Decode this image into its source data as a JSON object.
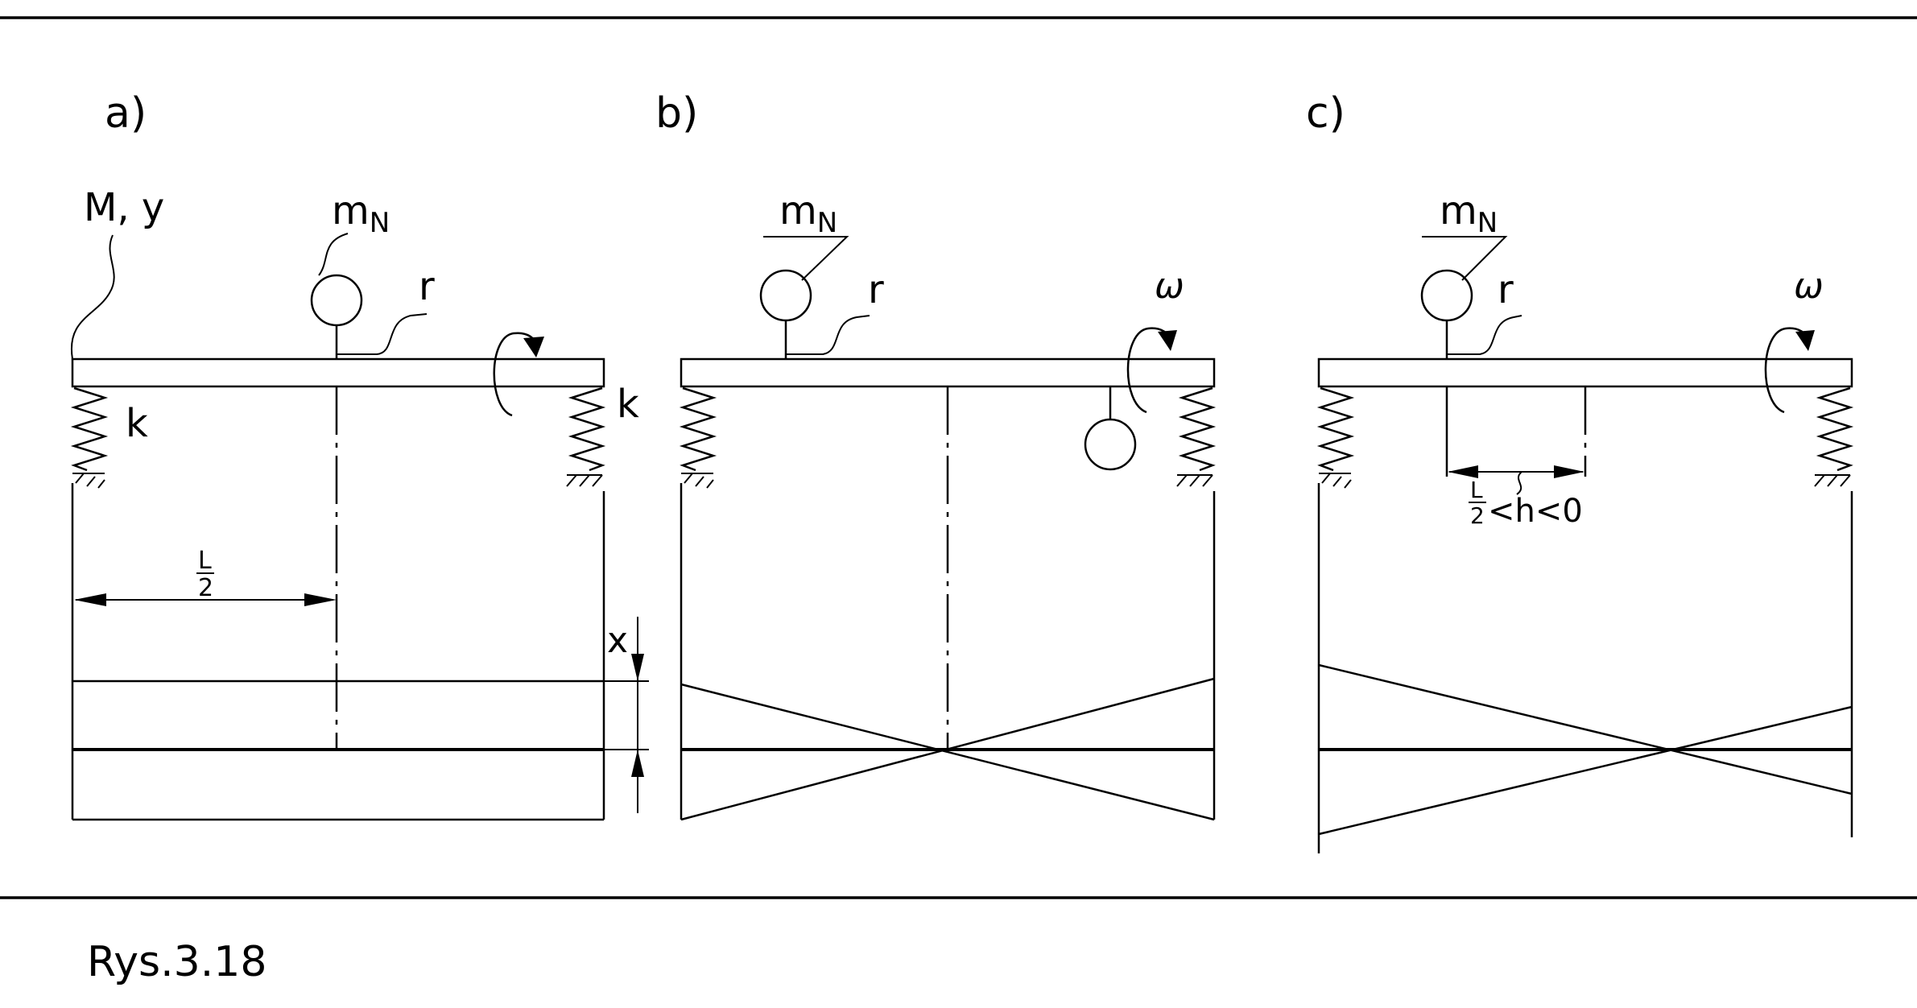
{
  "panels": [
    {
      "id": "a",
      "label": "a)",
      "mass_label_main": "m",
      "mass_label_sub": "N",
      "beam_label": "M, y",
      "radius_label": "r",
      "spring_left_label": "k",
      "spring_right_label": "k",
      "half_length_num": "L",
      "half_length_den": "2",
      "offset_label": "x"
    },
    {
      "id": "b",
      "label": "b)",
      "mass_label_main": "m",
      "mass_label_sub": "N",
      "radius_label": "r",
      "omega_label": "ω"
    },
    {
      "id": "c",
      "label": "c)",
      "mass_label_main": "m",
      "mass_label_sub": "N",
      "radius_label": "r",
      "omega_label": "ω",
      "h_range_num": "L",
      "h_range_den": "2",
      "h_range_rest": "<h<0"
    }
  ],
  "caption": "Rys.3.18"
}
